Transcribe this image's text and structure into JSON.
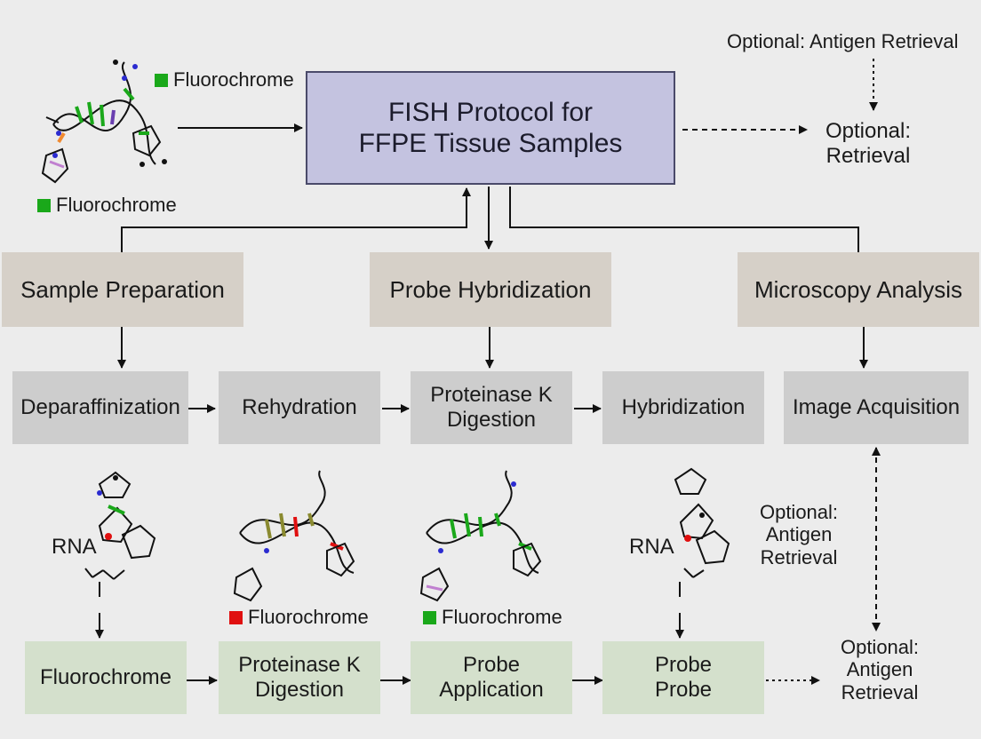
{
  "title": {
    "line1": "FISH Protocol for",
    "line2": "FFPE Tissue Samples"
  },
  "top_right": {
    "header": "Optional: Antigen Retrieval",
    "sub_line1": "Optional:",
    "sub_line2": "Retrieval"
  },
  "legend_top": {
    "label_a": "Fluorochrome",
    "label_b": "Fluorochrome",
    "color": "#1aa81a"
  },
  "categories": {
    "sample": "Sample Preparation",
    "probe": "Probe Hybridization",
    "micro": "Microscopy Analysis"
  },
  "steps": {
    "deparaffin": "Deparaffinization",
    "rehydration": "Rehydration",
    "pk_line1": "Proteinase K",
    "pk_line2": "Digestion",
    "hybridization": "Hybridization",
    "image": "Image Acquisition"
  },
  "middle_right": {
    "line1": "Optional:",
    "line2": "Antigen",
    "line3": "Retrieval"
  },
  "molecules": {
    "rna_left": "RNA",
    "rna_right": "RNA",
    "fluoro_red": "Fluorochrome",
    "fluoro_green": "Fluorochrome",
    "red_color": "#e01010",
    "green_color": "#1aa81a"
  },
  "bottom": {
    "fluorochrome": "Fluorochrome",
    "pk_line1": "Proteinase K",
    "pk_line2": "Digestion",
    "probe_line1": "Probe",
    "probe_line2": "Application",
    "pp_line1": "Probe",
    "pp_line2": "Probe"
  },
  "bottom_right": {
    "line1": "Optional:",
    "line2": "Antigen",
    "line3": "Retrieval"
  },
  "colors": {
    "title_fill": "#c4c3e0",
    "category_fill": "#d6d0c8",
    "step_fill": "#cdcdcd",
    "bottom_fill": "#d4e0cc"
  }
}
